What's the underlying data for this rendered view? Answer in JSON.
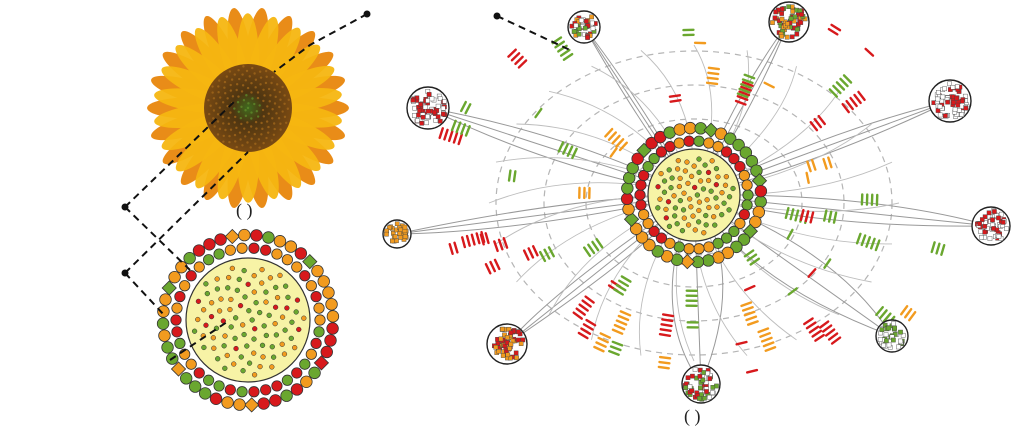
{
  "figure": {
    "panel_left_label": "( )",
    "panel_right_label": "( )"
  },
  "colors": {
    "red": "#d7191c",
    "orange": "#f29b1f",
    "green": "#6aa72f",
    "core": "#f7f3a6",
    "core_stroke": "#333333",
    "petal": "#f5b10e",
    "petal_dark": "#e0780a",
    "disc": "#5b3a10",
    "edge": "#999999",
    "ring": "#b5b5b5",
    "pointer": "#111111"
  },
  "peripheral_nodes": [
    {
      "id": "n-top-left",
      "colors": [
        "red",
        "green",
        "orange",
        "white"
      ]
    },
    {
      "id": "n-top",
      "colors": [
        "green",
        "red",
        "orange"
      ]
    },
    {
      "id": "n-left",
      "colors": [
        "white",
        "red"
      ]
    },
    {
      "id": "n-right-top",
      "colors": [
        "red",
        "white"
      ]
    },
    {
      "id": "n-right",
      "colors": [
        "red",
        "white"
      ]
    },
    {
      "id": "n-far-left",
      "colors": [
        "orange"
      ]
    },
    {
      "id": "n-bottom-left",
      "colors": [
        "orange",
        "red"
      ]
    },
    {
      "id": "n-bottom",
      "colors": [
        "green",
        "white",
        "red"
      ]
    },
    {
      "id": "n-bottom-right",
      "colors": [
        "green",
        "white"
      ]
    }
  ]
}
